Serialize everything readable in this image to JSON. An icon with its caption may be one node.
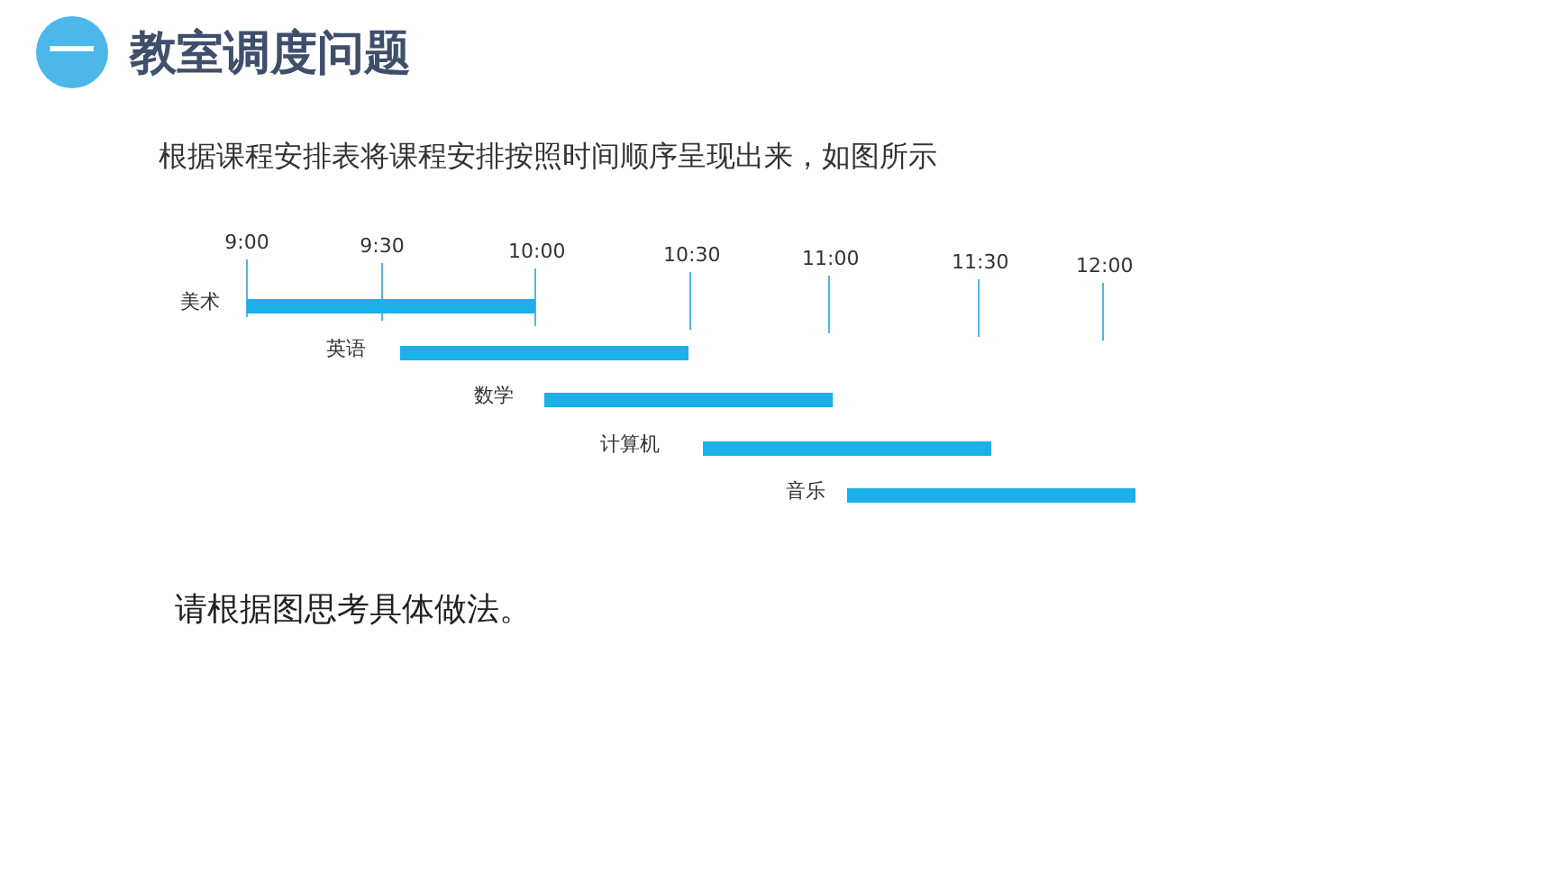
{
  "diagram": {
    "title": "教室调度问题",
    "labels": [
      "一",
      "根据课程安排表将课程安排按照时间顺序呈现出来，如图所示",
      "9:00",
      "9:30",
      "10:00",
      "10:30",
      "11:00",
      "11:30",
      "12:00",
      "美术",
      "英语",
      "数学",
      "计算机",
      "音乐",
      "请根据图思考具体做法。"
    ]
  }
}
